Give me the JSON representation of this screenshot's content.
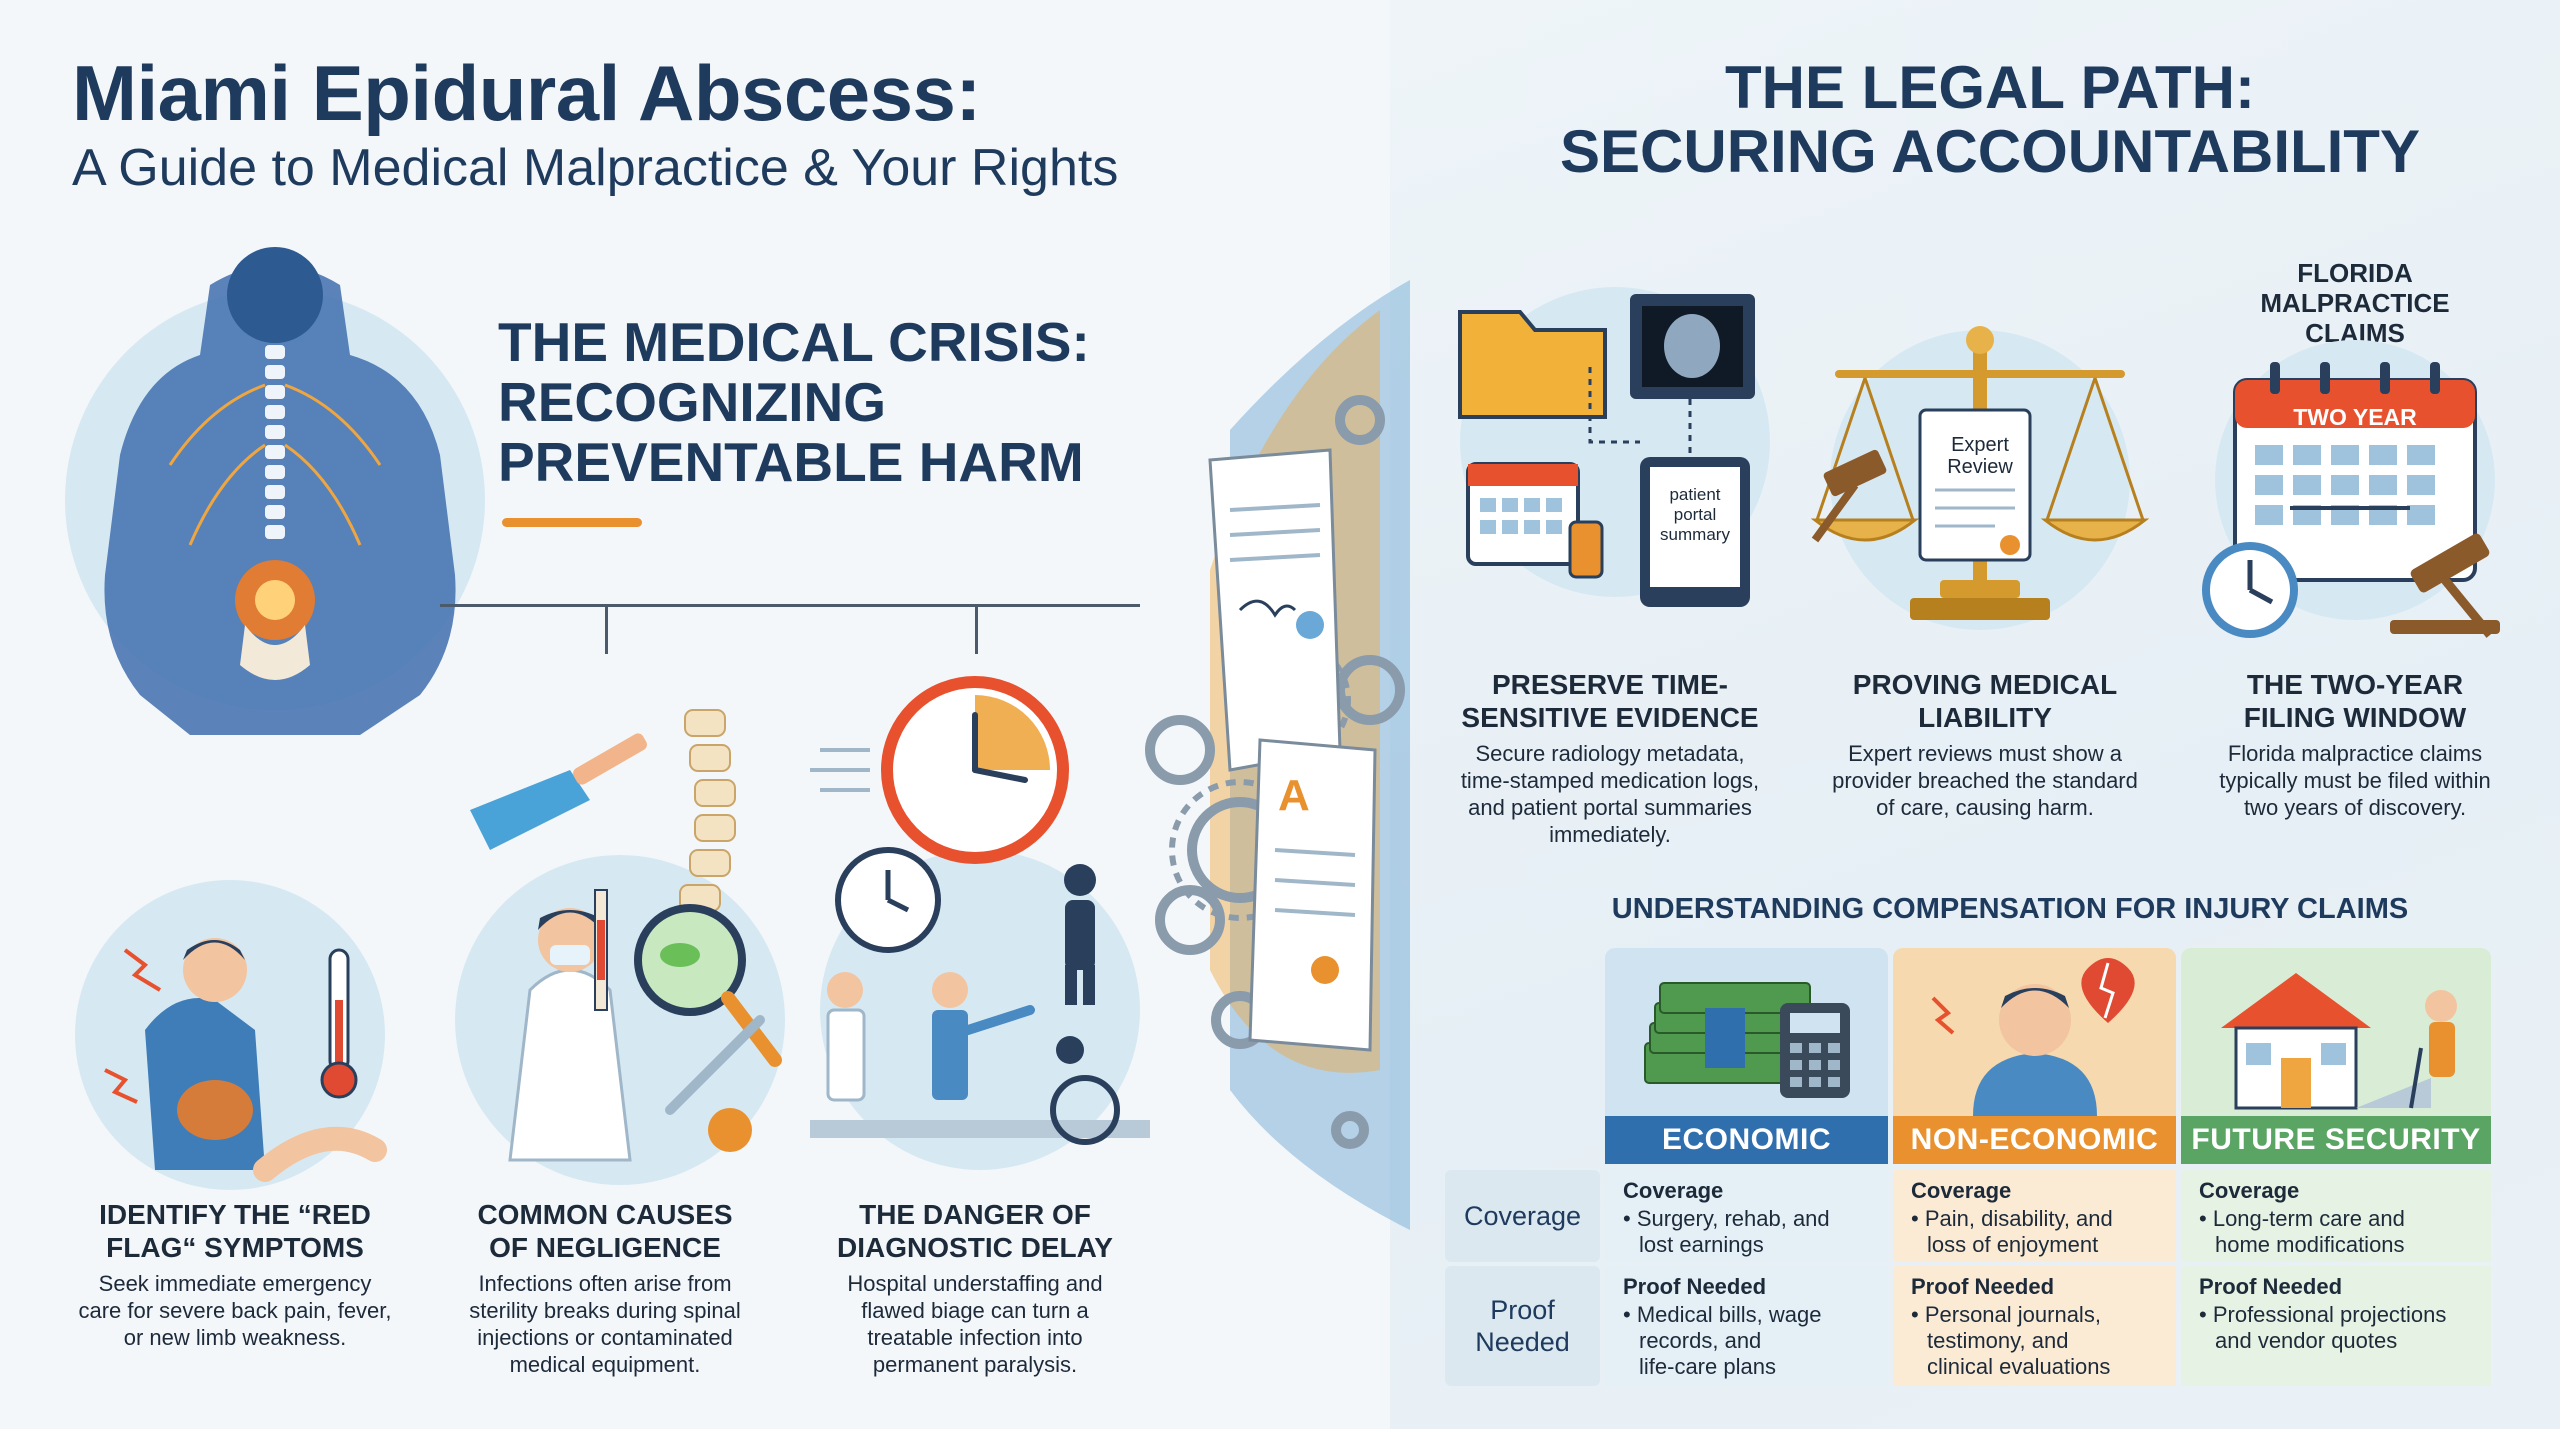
{
  "header": {
    "title": "Miami Epidural Abscess:",
    "subtitle": "A Guide to Medical Malpractice & Your Rights"
  },
  "crisis": {
    "title_lines": [
      "THE MEDICAL CRISIS:",
      "RECOGNIZING",
      "PREVENTABLE HARM"
    ],
    "cards": [
      {
        "heading_lines": [
          "IDENTIFY THE “RED",
          "FLAG“ SYMPTOMS"
        ],
        "body_lines": [
          "Seek immediate emergency",
          "care for severe back pain, fever,",
          "or new limb weakness."
        ]
      },
      {
        "heading_lines": [
          "COMMON CAUSES",
          "OF NEGLIGENCE"
        ],
        "body_lines": [
          "Infections often arise from",
          "sterility breaks during spinal",
          "injections or contaminated",
          "medical equipment."
        ]
      },
      {
        "heading_lines": [
          "THE DANGER OF",
          "DIAGNOSTIC DELAY"
        ],
        "body_lines": [
          "Hospital understaffing and",
          "flawed biage can turn a",
          "treatable infection into",
          "permanent paralysis."
        ]
      }
    ]
  },
  "legal": {
    "title_lines": [
      "THE LEGAL PATH:",
      "SECURING ACCOUNTABILITY"
    ],
    "florida_label_lines": [
      "FLORIDA",
      "MALPRACTICE",
      "CLAIMS"
    ],
    "calendar_label": "TWO YEAR",
    "expert_doc_lines": [
      "Expert",
      "Review"
    ],
    "portal_lines": [
      "patient",
      "portal",
      "summary"
    ],
    "cards": [
      {
        "heading_lines": [
          "PRESERVE TIME-",
          "SENSITIVE EVIDENCE"
        ],
        "body_lines": [
          "Secure radiology metadata,",
          "time-stamped medication logs,",
          "and patient portal summaries",
          "immediately."
        ]
      },
      {
        "heading_lines": [
          "PROVING MEDICAL",
          "LIABILITY"
        ],
        "body_lines": [
          "Expert reviews must show a",
          "provider breached the standard",
          "of care, causing harm."
        ]
      },
      {
        "heading_lines": [
          "THE TWO-YEAR",
          "FILING WINDOW"
        ],
        "body_lines": [
          "Florida malpractice claims",
          "typically must be filed within",
          "two years of discovery."
        ]
      }
    ]
  },
  "compensation": {
    "title": "UNDERSTANDING COMPENSATION FOR INJURY CLAIMS",
    "row_headers": {
      "coverage": "Coverage",
      "proof": [
        "Proof",
        "Needed"
      ]
    },
    "columns": [
      {
        "band": "ECONOMIC",
        "color": "#2f6fae",
        "coverage_label": "Coverage",
        "coverage_lines": [
          "Surgery, rehab, and",
          "lost earnings"
        ],
        "proof_label": "Proof Needed",
        "proof_lines": [
          "Medical bills, wage",
          "records, and",
          "life-care plans"
        ]
      },
      {
        "band": "NON-ECONOMIC",
        "color": "#e8912e",
        "coverage_label": "Coverage",
        "coverage_lines": [
          "Pain, disability, and",
          "loss of enjoyment"
        ],
        "proof_label": "Proof Needed",
        "proof_lines": [
          "Personal journals,",
          "testimony, and",
          "clinical evaluations"
        ]
      },
      {
        "band": "FUTURE SECURITY",
        "color": "#5aa464",
        "coverage_label": "Coverage",
        "coverage_lines": [
          "Long-term care and",
          "home modifications"
        ],
        "proof_label": "Proof Needed",
        "proof_lines": [
          "Professional projections",
          "and vendor quotes"
        ]
      }
    ]
  },
  "colors": {
    "navy": "#1e3a5c",
    "orange": "#e8912e",
    "blue": "#2f6fae",
    "green": "#5aa464",
    "light_blue": "#d6e9f3"
  }
}
